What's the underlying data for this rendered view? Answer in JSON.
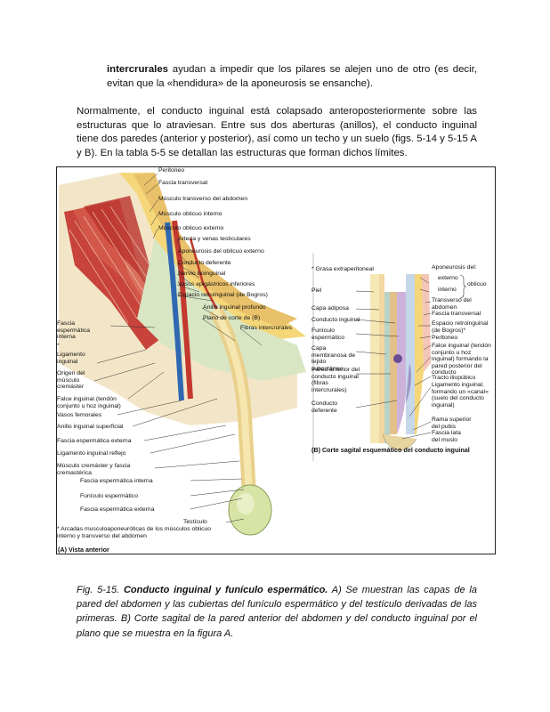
{
  "paragraph1": {
    "lead": "intercrurales",
    "rest": " ayudan a impedir que los pilares se alejen uno de otro (es decir, evitan que la «hendidura» de la aponeurosis se ensanche)."
  },
  "paragraph2": "Normalmente, el conducto inguinal está colapsado anteroposteriormente sobre las estructuras que lo atraviesan. Entre sus dos aberturas (anillos), el conducto inguinal tiene dos paredes (anterior y posterior), así como un techo y un suelo (figs. 5-14 y 5-15 A y B). En la tabla 5-5 se detallan las estructuras que forman dichos límites.",
  "figure": {
    "panel_a": {
      "caption": "(A) Vista anterior",
      "labels_right": [
        "Peritoneo",
        "Fascia transversal",
        "Músculo transverso del abdomen",
        "Músculo oblicuo interno",
        "Músculo oblicuo externo",
        "Arteria y venas testiculares",
        "Aponeurosis del oblicuo externo",
        "Conducto deferente",
        "Nervio ilioinguinal",
        "Vasos epigástricos inferiores",
        "Espacio retroinguinal (de Bogros)",
        "Anillo inguinal profundo",
        "Plano de corte de (B)",
        "Fibras intercrurales"
      ],
      "labels_left": [
        "Fascia espermática interna",
        "*",
        "Ligamento inguinal",
        "Origen del músculo cremáster",
        "Falce inguinal (tendón conjunto u hoz inguinal)",
        "Vasos femorales",
        "Anillo inguinal superficial",
        "Fascia espermática externa",
        "Ligamento inguinal reflejo",
        "Músculo cremáster y fascia cremastérica",
        "Fascia espermática interna",
        "Funículo espermático",
        "Fascia espermática externa",
        "Testículo"
      ],
      "footnote": "* Arcadas musculoaponeuróticas de los músculos oblicuo interno y transverso del abdomen"
    },
    "panel_b": {
      "caption": "(B) Corte sagital esquemático del conducto inguinal",
      "top_left_label": "* Grasa extraperitoneal",
      "aponeurosis_title": "Aponeurosis del:",
      "aponeurosis_items": [
        "externo",
        "interno"
      ],
      "aponeurosis_group": "oblicuo",
      "labels_left": [
        "Piel",
        "Capa adiposa",
        "Conducto inguinal",
        "Funículo espermático",
        "Capa membranosa de tejido subcutáneo",
        "Pared anterior del conducto inguinal (fibras intercrurales)",
        "Conducto deferente"
      ],
      "labels_right": [
        "Transverso del abdomen",
        "Fascia transversal",
        "Espacio retroinguinal (de Bogros)*",
        "Peritoneo",
        "Falce inguinal (tendón conjunto u hoz inguinal) formando la pared posterior del conducto",
        "Tracto iliopúbico",
        "Ligamento inguinal, formando un «canal» (suelo del conducto inguinal)",
        "Rama superior del pubis",
        "Fascia lata del muslo"
      ]
    }
  },
  "caption": {
    "fig_no": "Fig. 5-15. ",
    "title": "Conducto inguinal y funículo espermático.",
    "body": " A) Se muestran las capas de la pared del abdomen y las cubiertas del funículo espermático y del testículo derivadas de las primeras. B) Corte sagital de la pared anterior del abdomen y del conducto inguinal por el plano que se muestra en la figura A."
  }
}
